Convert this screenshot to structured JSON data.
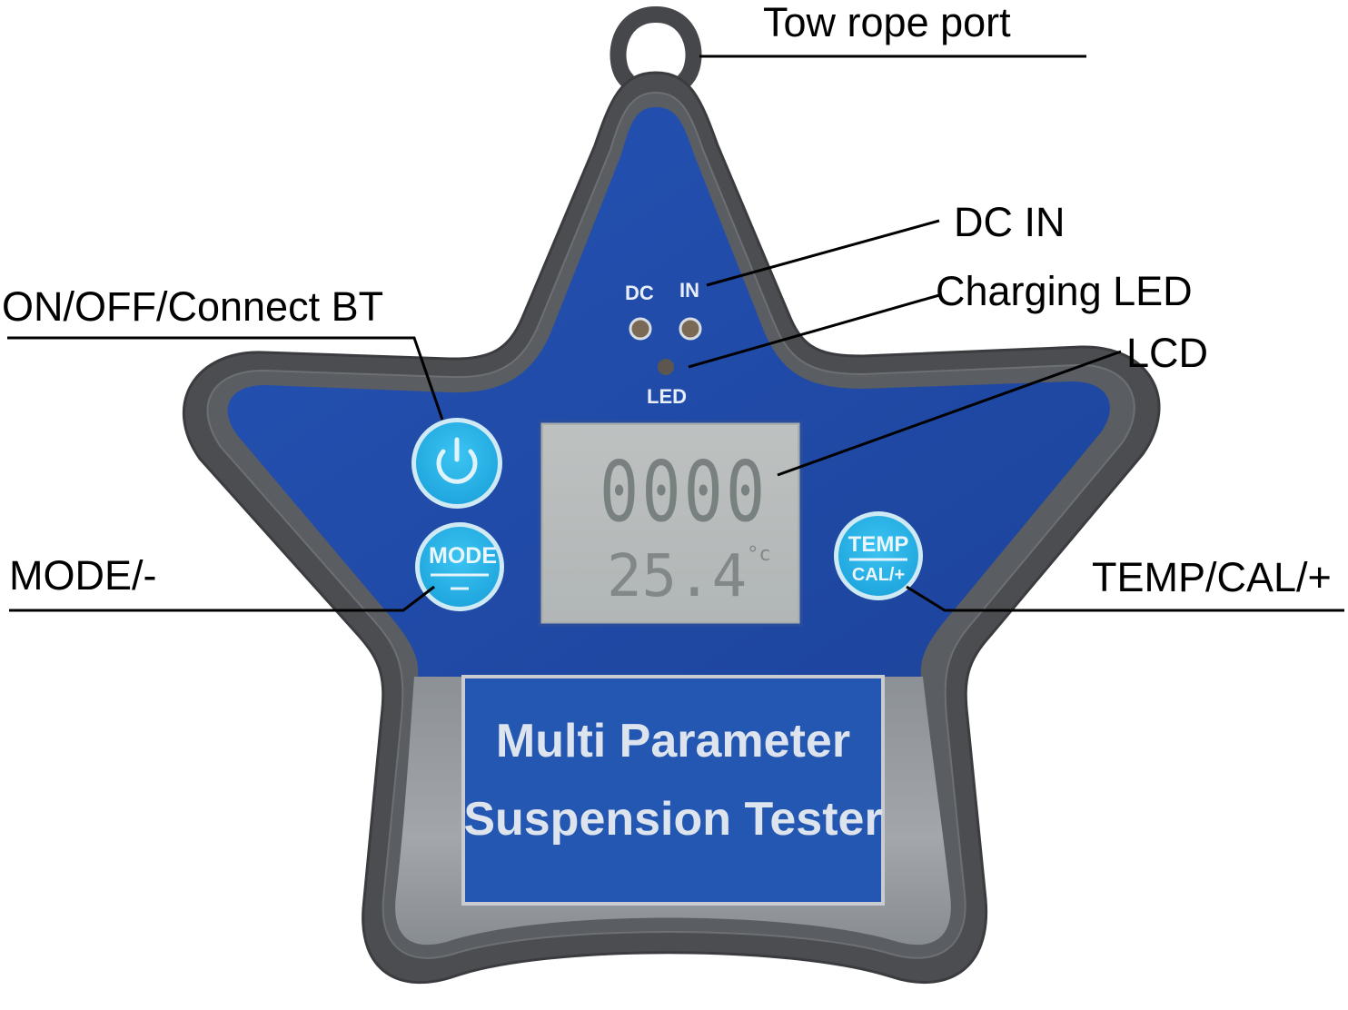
{
  "diagram": {
    "subject": "Multi Parameter Suspension Tester",
    "colors": {
      "background": "#ffffff",
      "housing_gray": "#4a4c4f",
      "housing_inner": "#5c5f63",
      "panel_blue": "#1f4aa8",
      "panel_blue_light": "#2a5bc0",
      "button_cyan": "#2bb6ea",
      "button_ring": "#cfe9f5",
      "lcd_bg": "#b9bcbc",
      "lcd_segment": "#6d7373",
      "label_plate_blue": "#2257b3",
      "clear_cover": "#9a9fa5",
      "callout_line": "#000000",
      "device_text": "#e6ecf5"
    },
    "callouts": [
      {
        "id": "tow-rope-port",
        "label": "Tow rope port"
      },
      {
        "id": "dc-in",
        "label": "DC IN"
      },
      {
        "id": "charging-led",
        "label": "Charging LED"
      },
      {
        "id": "lcd",
        "label": "LCD"
      },
      {
        "id": "power",
        "label": "ON/OFF/Connect BT"
      },
      {
        "id": "mode",
        "label": "MODE/-"
      },
      {
        "id": "temp",
        "label": "TEMP/CAL/+"
      }
    ],
    "device": {
      "port_labels": {
        "dc": "DC",
        "in": "IN",
        "led": "LED"
      },
      "lcd": {
        "main_reading": "0000",
        "temperature": "25.4",
        "temp_unit": "°c"
      },
      "buttons": {
        "power_icon": "power-icon",
        "mode_top": "MODE",
        "mode_bottom": "—",
        "temp_top": "TEMP",
        "temp_bottom": "CAL/+"
      },
      "nameplate": {
        "line1": "Multi Parameter",
        "line2": "Suspension Tester"
      }
    }
  }
}
